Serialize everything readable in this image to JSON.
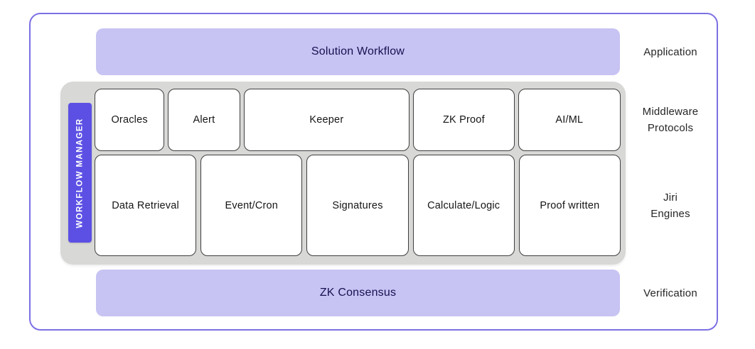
{
  "diagram": {
    "top_banner": {
      "label": "Solution Workflow"
    },
    "workflow_manager": {
      "label": "WORKFLOW MANAGER"
    },
    "middleware_row": {
      "items": [
        "Oracles",
        "Alert",
        "Keeper",
        "ZK Proof",
        "AI/ML"
      ]
    },
    "engines_row": {
      "items": [
        "Data Retrieval",
        "Event/Cron",
        "Signatures",
        "Calculate/Logic",
        "Proof written"
      ]
    },
    "bottom_banner": {
      "label": "ZK Consensus"
    },
    "side_labels": {
      "application": "Application",
      "middleware_line1": "Middleware",
      "middleware_line2": "Protocols",
      "engines_line1": "Jiri",
      "engines_line2": "Engines",
      "verification": "Verification"
    },
    "colors": {
      "accent_purple": "#5c50e4",
      "lavender": "#c7c3f3",
      "outer_border": "#7c70e4",
      "container_gray": "#d8d8d6",
      "box_border": "#3f3f3f",
      "banner_text": "#171150"
    }
  }
}
